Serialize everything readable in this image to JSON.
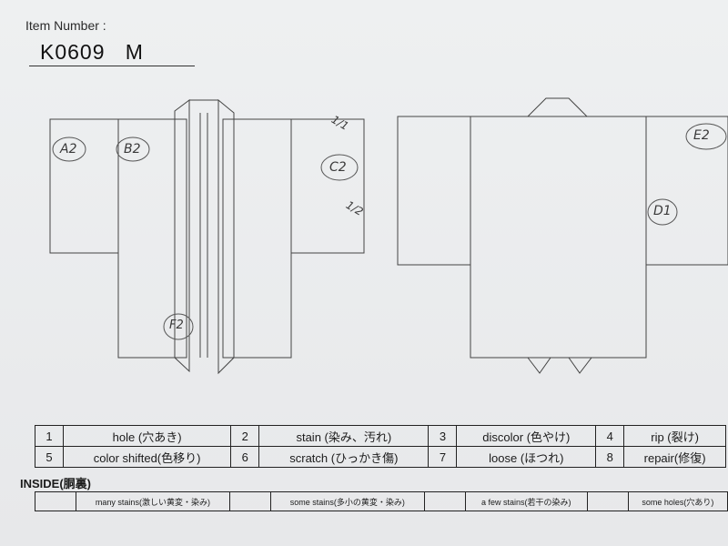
{
  "header": {
    "item_label": "Item Number :",
    "item_number": "K0609",
    "size": "M"
  },
  "annotations": {
    "front_sleeve_left": "A2",
    "front_body_left": "B2",
    "front_right_sleeve": "C2",
    "front_hem_mark": "F2",
    "back_sleeve_right_top": "E2",
    "back_sleeve_right_mid": "D1",
    "mark_top": "1/1",
    "mark_lower": "1/2"
  },
  "legend": {
    "rows": [
      [
        {
          "num": "1",
          "term": "hole (穴あき)"
        },
        {
          "num": "2",
          "term": "stain (染み、汚れ)"
        },
        {
          "num": "3",
          "term": "discolor (色やけ)"
        },
        {
          "num": "4",
          "term": "rip (裂け)"
        }
      ],
      [
        {
          "num": "5",
          "term": "color shifted(色移り)"
        },
        {
          "num": "6",
          "term": "scratch (ひっかき傷)"
        },
        {
          "num": "7",
          "term": "loose (ほつれ)"
        },
        {
          "num": "8",
          "term": "repair(修復)"
        }
      ]
    ]
  },
  "inside": {
    "title": "INSIDE(胴裏)",
    "cells": [
      "many stains(激しい黄変・染み)",
      "some stains(多小の黄変・染み)",
      "a few stains(若干の染み)",
      "some holes(穴あり)"
    ]
  }
}
